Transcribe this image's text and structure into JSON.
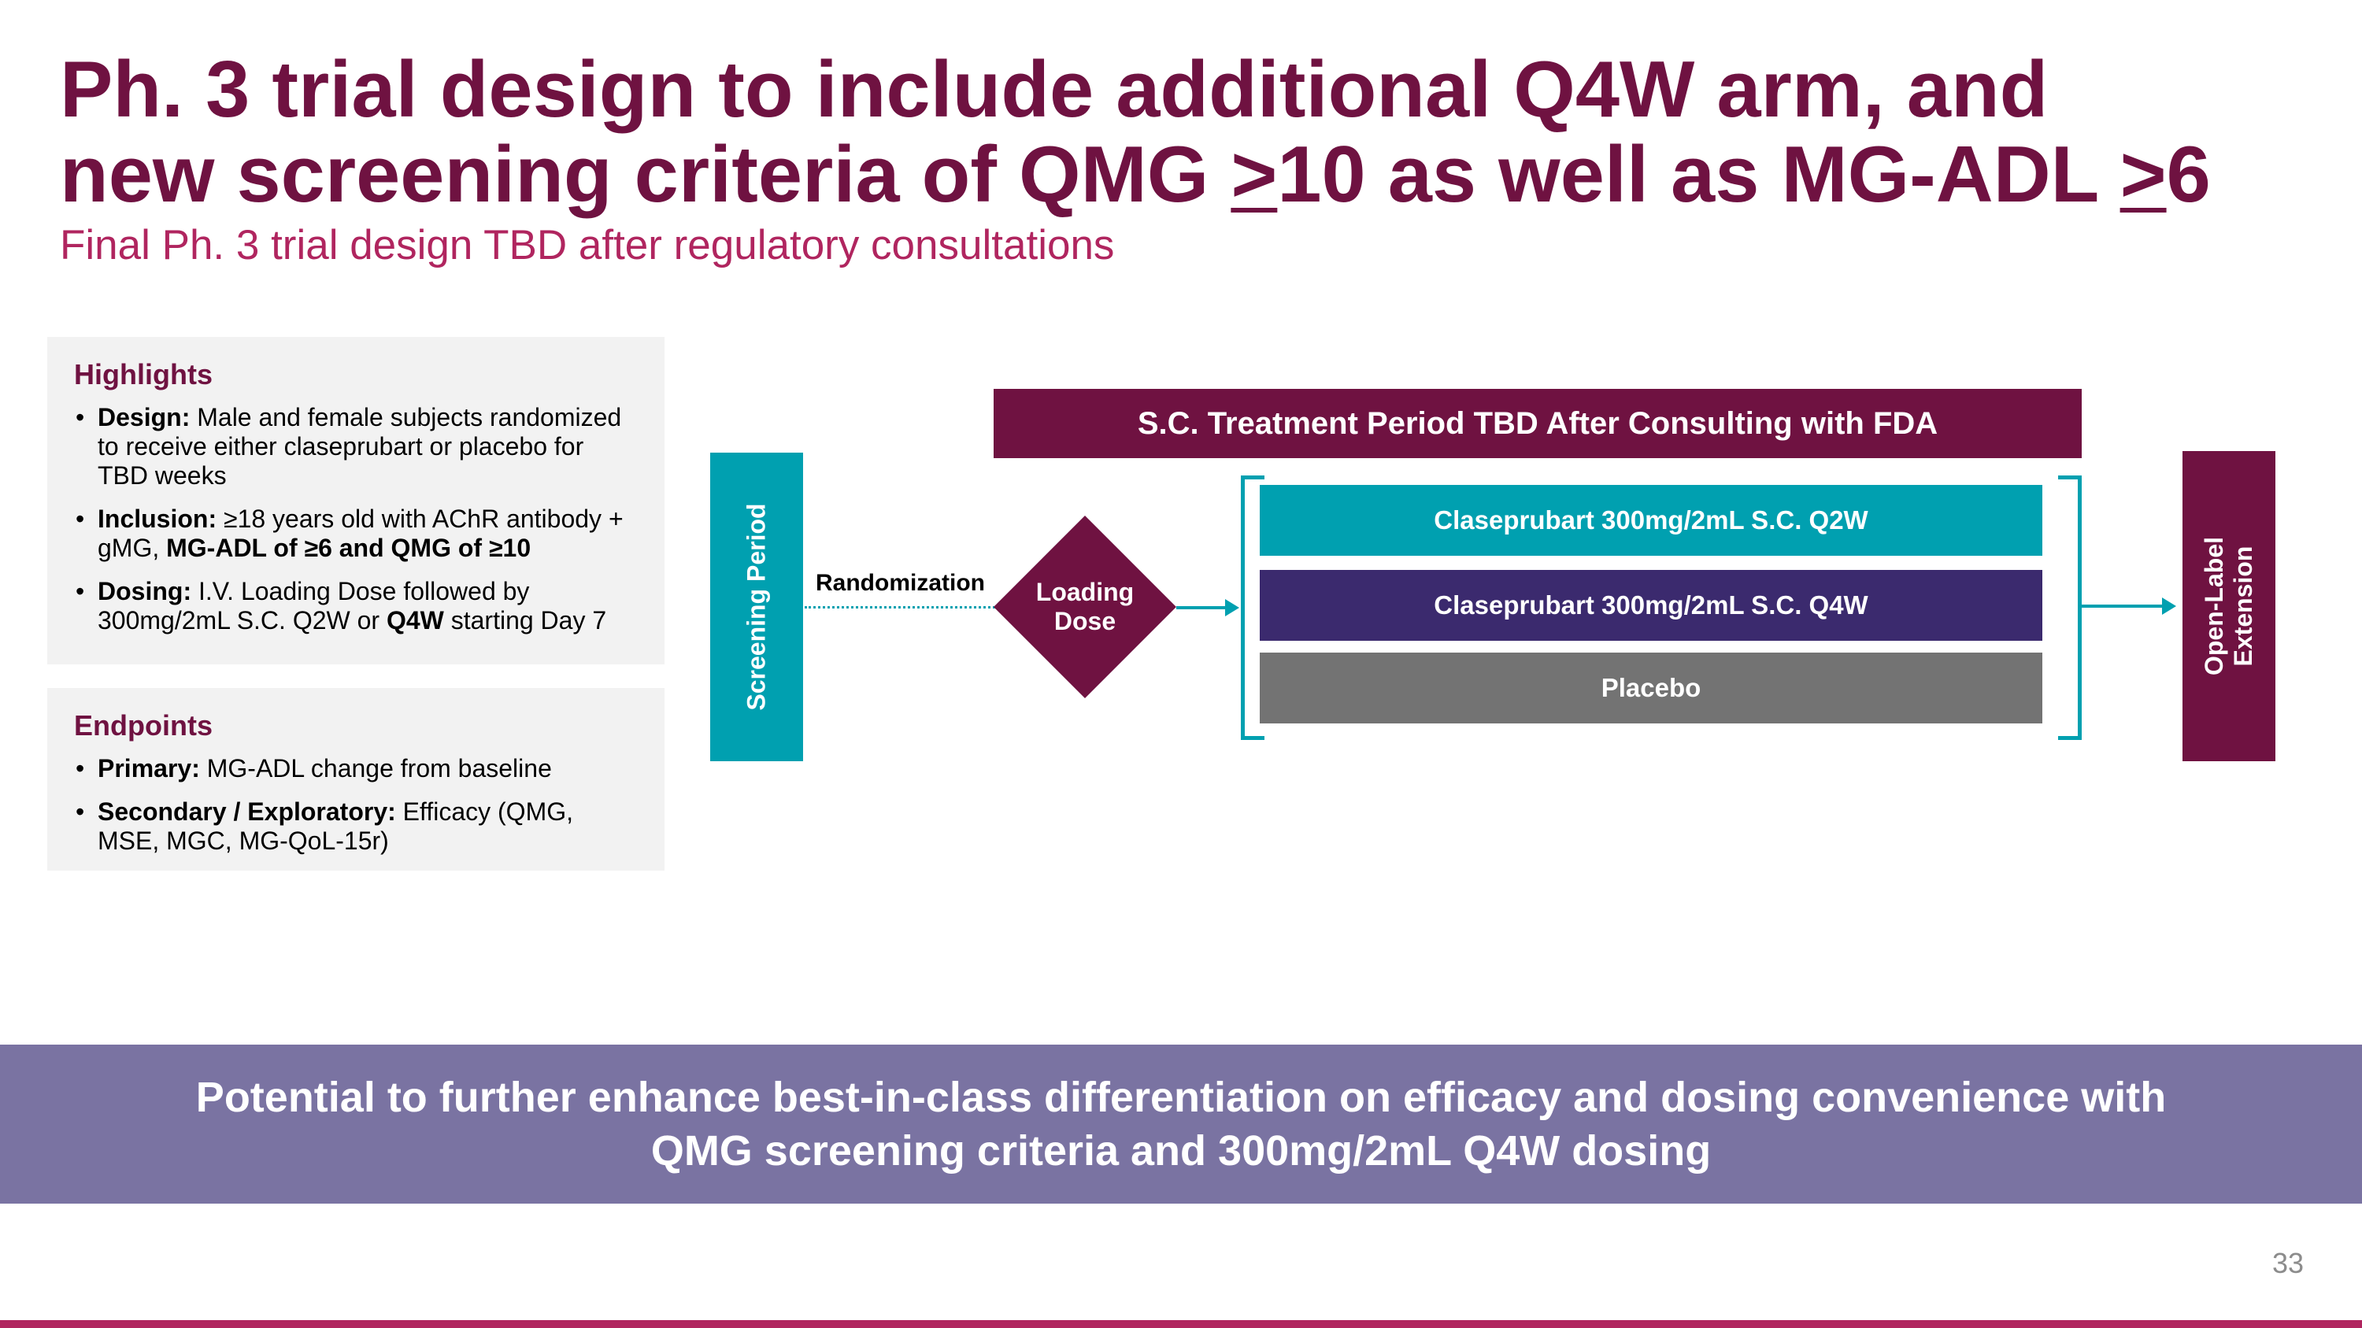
{
  "slide": {
    "title_parts": [
      "Ph. 3 trial design to include additional Q4W arm, and",
      "new screening criteria of QMG ",
      ">",
      "10 as well as MG-ADL ",
      ">",
      "6"
    ],
    "subtitle": "Final Ph. 3 trial design TBD after regulatory consultations",
    "page_number": "33"
  },
  "highlights": {
    "heading": "Highlights",
    "design_label": "Design:",
    "design_text": " Male and female subjects randomized to receive either claseprubart or placebo for TBD weeks",
    "inclusion_label": "Inclusion:",
    "inclusion_text": " ≥18 years old with AChR antibody + gMG, ",
    "inclusion_bold": "MG-ADL of ≥6 and QMG of ≥10",
    "dosing_label": "Dosing:",
    "dosing_text": " I.V. Loading Dose followed by 300mg/2mL S.C. Q2W or ",
    "dosing_bold": "Q4W",
    "dosing_text2": " starting Day 7"
  },
  "endpoints": {
    "heading": "Endpoints",
    "primary_label": "Primary:",
    "primary_text": " MG-ADL change from baseline",
    "secondary_label": "Secondary / Exploratory:",
    "secondary_text": " Efficacy (QMG, MSE, MGC, MG-QoL-15r)"
  },
  "diagram": {
    "screening": "Screening Period",
    "randomization": "Randomization",
    "loading_line1": "Loading",
    "loading_line2": "Dose",
    "treatment_header": "S.C. Treatment Period TBD After Consulting with FDA",
    "arms": [
      "Claseprubart 300mg/2mL S.C. Q2W",
      "Claseprubart 300mg/2mL S.C. Q4W",
      "Placebo"
    ],
    "ole_line1": "Open-Label",
    "ole_line2": "Extension"
  },
  "banner": {
    "line1": "Potential to further enhance best-in-class differentiation on efficacy and dosing convenience with",
    "line2": "QMG screening criteria and 300mg/2mL Q4W dosing"
  },
  "colors": {
    "maroon": "#6f1241",
    "magenta": "#b0255f",
    "teal": "#00a0b0",
    "indigo": "#3b2a6e",
    "gray": "#737373",
    "banner_purple": "#7a73a2"
  }
}
